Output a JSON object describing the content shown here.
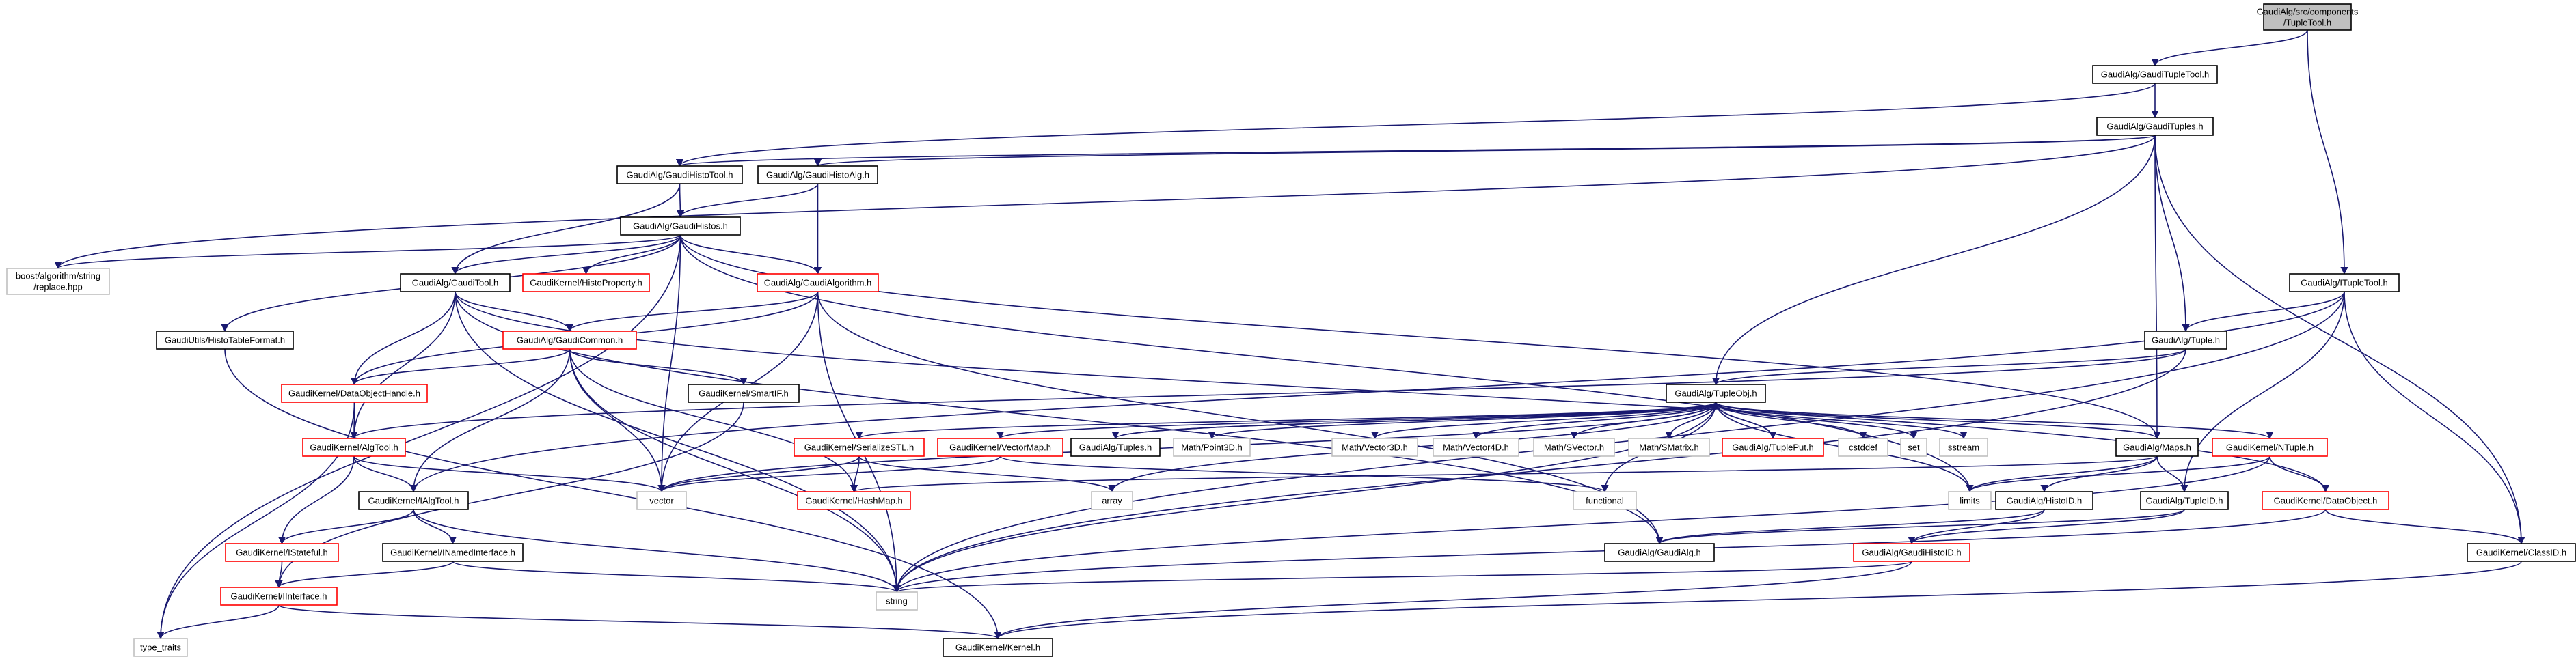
{
  "diagram": {
    "colors": {
      "node_border_default": "#000000",
      "node_border_truncated": "#ff0000",
      "node_border_external": "#bfbfbf",
      "node_fill_root": "#bfbfbf",
      "node_fill": "#ffffff",
      "edge_primary": "#191970",
      "edge_secondary": "#404040",
      "text": "#000000"
    },
    "nodes": [
      {
        "id": "root",
        "lines": [
          "GaudiAlg/src/components",
          "/TupleTool.h"
        ],
        "style": "root"
      },
      {
        "id": "gtt",
        "lines": [
          "GaudiAlg/GaudiTupleTool.h"
        ],
        "style": "normal"
      },
      {
        "id": "gtuples",
        "lines": [
          "GaudiAlg/GaudiTuples.h"
        ],
        "style": "normal"
      },
      {
        "id": "ghtool",
        "lines": [
          "GaudiAlg/GaudiHistoTool.h"
        ],
        "style": "normal"
      },
      {
        "id": "ghalg",
        "lines": [
          "GaudiAlg/GaudiHistoAlg.h"
        ],
        "style": "normal"
      },
      {
        "id": "ghistos",
        "lines": [
          "GaudiAlg/GaudiHistos.h"
        ],
        "style": "normal"
      },
      {
        "id": "boost",
        "lines": [
          "boost/algorithm/string",
          "/replace.hpp"
        ],
        "style": "external"
      },
      {
        "id": "itupletool",
        "lines": [
          "GaudiAlg/ITupleTool.h"
        ],
        "style": "normal"
      },
      {
        "id": "gtool",
        "lines": [
          "GaudiAlg/GaudiTool.h"
        ],
        "style": "normal"
      },
      {
        "id": "histoprop",
        "lines": [
          "GaudiKernel/HistoProperty.h"
        ],
        "style": "truncated"
      },
      {
        "id": "galgorithm",
        "lines": [
          "GaudiAlg/GaudiAlgorithm.h"
        ],
        "style": "truncated"
      },
      {
        "id": "htformat",
        "lines": [
          "GaudiUtils/HistoTableFormat.h"
        ],
        "style": "normal"
      },
      {
        "id": "gcommon",
        "lines": [
          "GaudiAlg/GaudiCommon.h"
        ],
        "style": "truncated"
      },
      {
        "id": "tuple",
        "lines": [
          "GaudiAlg/Tuple.h"
        ],
        "style": "normal"
      },
      {
        "id": "doh",
        "lines": [
          "GaudiKernel/DataObjectHandle.h"
        ],
        "style": "truncated"
      },
      {
        "id": "smartif",
        "lines": [
          "GaudiKernel/SmartIF.h"
        ],
        "style": "normal"
      },
      {
        "id": "tupleobj",
        "lines": [
          "GaudiAlg/TupleObj.h"
        ],
        "style": "normal"
      },
      {
        "id": "algtool",
        "lines": [
          "GaudiKernel/AlgTool.h"
        ],
        "style": "truncated"
      },
      {
        "id": "serstl",
        "lines": [
          "GaudiKernel/SerializeSTL.h"
        ],
        "style": "truncated"
      },
      {
        "id": "vecmap",
        "lines": [
          "GaudiKernel/VectorMap.h"
        ],
        "style": "truncated"
      },
      {
        "id": "tuples",
        "lines": [
          "GaudiAlg/Tuples.h"
        ],
        "style": "normal"
      },
      {
        "id": "point3d",
        "lines": [
          "Math/Point3D.h"
        ],
        "style": "external"
      },
      {
        "id": "vector3d",
        "lines": [
          "Math/Vector3D.h"
        ],
        "style": "external"
      },
      {
        "id": "vector4d",
        "lines": [
          "Math/Vector4D.h"
        ],
        "style": "external"
      },
      {
        "id": "svector",
        "lines": [
          "Math/SVector.h"
        ],
        "style": "external"
      },
      {
        "id": "smatrix",
        "lines": [
          "Math/SMatrix.h"
        ],
        "style": "external"
      },
      {
        "id": "tupleput",
        "lines": [
          "GaudiAlg/TuplePut.h"
        ],
        "style": "truncated"
      },
      {
        "id": "cstddef",
        "lines": [
          "cstddef"
        ],
        "style": "external"
      },
      {
        "id": "set",
        "lines": [
          "set"
        ],
        "style": "external"
      },
      {
        "id": "sstream",
        "lines": [
          "sstream"
        ],
        "style": "external"
      },
      {
        "id": "maps",
        "lines": [
          "GaudiAlg/Maps.h"
        ],
        "style": "normal"
      },
      {
        "id": "ntuple",
        "lines": [
          "GaudiKernel/NTuple.h"
        ],
        "style": "truncated"
      },
      {
        "id": "ialgtool",
        "lines": [
          "GaudiKernel/IAlgTool.h"
        ],
        "style": "normal"
      },
      {
        "id": "vector",
        "lines": [
          "vector"
        ],
        "style": "external"
      },
      {
        "id": "hashmap",
        "lines": [
          "GaudiKernel/HashMap.h"
        ],
        "style": "truncated"
      },
      {
        "id": "array",
        "lines": [
          "array"
        ],
        "style": "external"
      },
      {
        "id": "functional",
        "lines": [
          "functional"
        ],
        "style": "external"
      },
      {
        "id": "limits",
        "lines": [
          "limits"
        ],
        "style": "external"
      },
      {
        "id": "histoid",
        "lines": [
          "GaudiAlg/HistoID.h"
        ],
        "style": "normal"
      },
      {
        "id": "tupleid",
        "lines": [
          "GaudiAlg/TupleID.h"
        ],
        "style": "normal"
      },
      {
        "id": "dataobject",
        "lines": [
          "GaudiKernel/DataObject.h"
        ],
        "style": "truncated"
      },
      {
        "id": "istateful",
        "lines": [
          "GaudiKernel/IStateful.h"
        ],
        "style": "truncated"
      },
      {
        "id": "inamed",
        "lines": [
          "GaudiKernel/INamedInterface.h"
        ],
        "style": "normal"
      },
      {
        "id": "gaudialg",
        "lines": [
          "GaudiAlg/GaudiAlg.h"
        ],
        "style": "normal"
      },
      {
        "id": "ghistoid",
        "lines": [
          "GaudiAlg/GaudiHistoID.h"
        ],
        "style": "truncated"
      },
      {
        "id": "classid",
        "lines": [
          "GaudiKernel/ClassID.h"
        ],
        "style": "normal"
      },
      {
        "id": "iinterface",
        "lines": [
          "GaudiKernel/IInterface.h"
        ],
        "style": "truncated"
      },
      {
        "id": "string",
        "lines": [
          "string"
        ],
        "style": "external"
      },
      {
        "id": "typetraits",
        "lines": [
          "type_traits"
        ],
        "style": "external"
      },
      {
        "id": "kernel",
        "lines": [
          "GaudiKernel/Kernel.h"
        ],
        "style": "normal"
      }
    ],
    "edges": [
      [
        "root",
        "gtt"
      ],
      [
        "root",
        "itupletool"
      ],
      [
        "gtt",
        "gtuples"
      ],
      [
        "gtt",
        "ghtool"
      ],
      [
        "gtuples",
        "ghtool"
      ],
      [
        "gtuples",
        "ghalg"
      ],
      [
        "gtuples",
        "boost"
      ],
      [
        "gtuples",
        "tupleobj"
      ],
      [
        "gtuples",
        "tuple"
      ],
      [
        "gtuples",
        "maps"
      ],
      [
        "gtuples",
        "classid"
      ],
      [
        "ghtool",
        "ghistos"
      ],
      [
        "ghtool",
        "gtool"
      ],
      [
        "ghalg",
        "ghistos"
      ],
      [
        "ghalg",
        "galgorithm"
      ],
      [
        "ghistos",
        "boost"
      ],
      [
        "ghistos",
        "gtool"
      ],
      [
        "ghistos",
        "histoprop"
      ],
      [
        "ghistos",
        "galgorithm"
      ],
      [
        "ghistos",
        "htformat"
      ],
      [
        "ghistos",
        "vector"
      ],
      [
        "ghistos",
        "typetraits"
      ],
      [
        "ghistos",
        "maps"
      ],
      [
        "ghistos",
        "limits"
      ],
      [
        "itupletool",
        "tuple"
      ],
      [
        "itupletool",
        "ialgtool"
      ],
      [
        "itupletool",
        "tupleid"
      ],
      [
        "itupletool",
        "classid"
      ],
      [
        "itupletool",
        "string"
      ],
      [
        "gtool",
        "gcommon"
      ],
      [
        "gtool",
        "doh"
      ],
      [
        "gtool",
        "algtool"
      ],
      [
        "gtool",
        "gaudialg"
      ],
      [
        "gtool",
        "string"
      ],
      [
        "gtool",
        "dataobject"
      ],
      [
        "galgorithm",
        "gcommon"
      ],
      [
        "galgorithm",
        "doh"
      ],
      [
        "galgorithm",
        "vector"
      ],
      [
        "galgorithm",
        "string"
      ],
      [
        "galgorithm",
        "gaudialg"
      ],
      [
        "htformat",
        "kernel"
      ],
      [
        "gcommon",
        "doh"
      ],
      [
        "gcommon",
        "ialgtool"
      ],
      [
        "gcommon",
        "vector"
      ],
      [
        "gcommon",
        "hashmap"
      ],
      [
        "gcommon",
        "string"
      ],
      [
        "gcommon",
        "smartif"
      ],
      [
        "tuple",
        "tupleobj"
      ],
      [
        "tuple",
        "algtool"
      ],
      [
        "tuple",
        "string"
      ],
      [
        "doh",
        "algtool"
      ],
      [
        "doh",
        "typetraits"
      ],
      [
        "smartif",
        "iinterface"
      ],
      [
        "tupleobj",
        "serstl"
      ],
      [
        "tupleobj",
        "vecmap"
      ],
      [
        "tupleobj",
        "tuples"
      ],
      [
        "tupleobj",
        "point3d"
      ],
      [
        "tupleobj",
        "vector3d"
      ],
      [
        "tupleobj",
        "vector4d"
      ],
      [
        "tupleobj",
        "svector"
      ],
      [
        "tupleobj",
        "smatrix"
      ],
      [
        "tupleobj",
        "tupleput"
      ],
      [
        "tupleobj",
        "cstddef"
      ],
      [
        "tupleobj",
        "set"
      ],
      [
        "tupleobj",
        "sstream"
      ],
      [
        "tupleobj",
        "maps"
      ],
      [
        "tupleobj",
        "ntuple"
      ],
      [
        "tupleobj",
        "array"
      ],
      [
        "tupleobj",
        "functional"
      ],
      [
        "tupleobj",
        "limits"
      ],
      [
        "tupleobj",
        "string"
      ],
      [
        "tupleobj",
        "vector"
      ],
      [
        "tupleput",
        "tupleobj"
      ],
      [
        "tuples",
        "tupleobj"
      ],
      [
        "algtool",
        "ialgtool"
      ],
      [
        "algtool",
        "vector"
      ],
      [
        "algtool",
        "istateful"
      ],
      [
        "serstl",
        "vector"
      ],
      [
        "serstl",
        "array"
      ],
      [
        "serstl",
        "hashmap"
      ],
      [
        "vecmap",
        "vector"
      ],
      [
        "vecmap",
        "functional"
      ],
      [
        "maps",
        "hashmap"
      ],
      [
        "maps",
        "histoid"
      ],
      [
        "maps",
        "tupleid"
      ],
      [
        "maps",
        "limits"
      ],
      [
        "ntuple",
        "dataobject"
      ],
      [
        "ntuple",
        "string"
      ],
      [
        "ntuple",
        "limits"
      ],
      [
        "ialgtool",
        "istateful"
      ],
      [
        "ialgtool",
        "inamed"
      ],
      [
        "ialgtool",
        "string"
      ],
      [
        "histoid",
        "gaudialg"
      ],
      [
        "histoid",
        "ghistoid"
      ],
      [
        "tupleid",
        "gaudialg"
      ],
      [
        "tupleid",
        "ghistoid"
      ],
      [
        "dataobject",
        "classid"
      ],
      [
        "dataobject",
        "string"
      ],
      [
        "istateful",
        "iinterface"
      ],
      [
        "inamed",
        "iinterface"
      ],
      [
        "inamed",
        "string"
      ],
      [
        "ghistoid",
        "string"
      ],
      [
        "ghistoid",
        "kernel"
      ],
      [
        "classid",
        "kernel"
      ],
      [
        "iinterface",
        "typetraits"
      ],
      [
        "iinterface",
        "kernel"
      ]
    ]
  }
}
